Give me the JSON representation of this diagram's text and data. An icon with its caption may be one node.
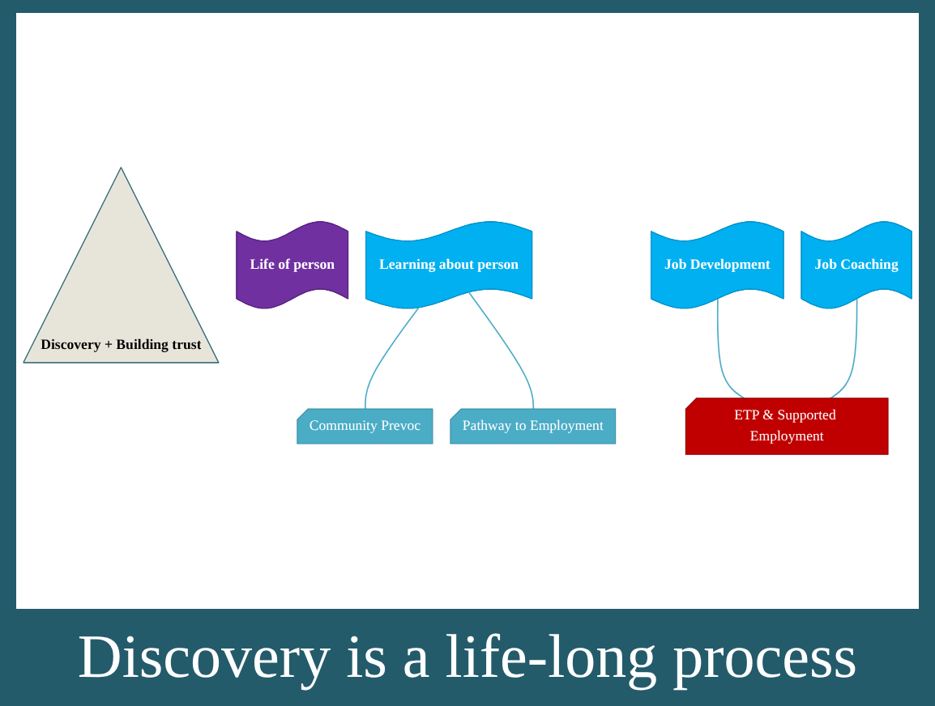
{
  "diagram": {
    "caption": "Discovery is a life-long process",
    "nodes": [
      {
        "text": [
          "Discovery + Building trust"
        ]
      },
      {
        "text": [
          "Life of person"
        ]
      },
      {
        "text": [
          "Learning about person"
        ]
      },
      {
        "text": [
          "Job Development"
        ]
      },
      {
        "text": [
          "Job Coaching"
        ]
      },
      {
        "text": [
          "Community Prevoc"
        ]
      },
      {
        "text": [
          "Pathway to Employment"
        ]
      },
      {
        "text": [
          "ETP & Supported Employment"
        ]
      }
    ],
    "edges": [
      {
        "from": 2,
        "to": 5,
        "arrow": "none"
      },
      {
        "from": 2,
        "to": 6,
        "arrow": "none"
      },
      {
        "from": 3,
        "to": 7,
        "arrow": "none"
      },
      {
        "from": 4,
        "to": 7,
        "arrow": "none"
      }
    ]
  }
}
